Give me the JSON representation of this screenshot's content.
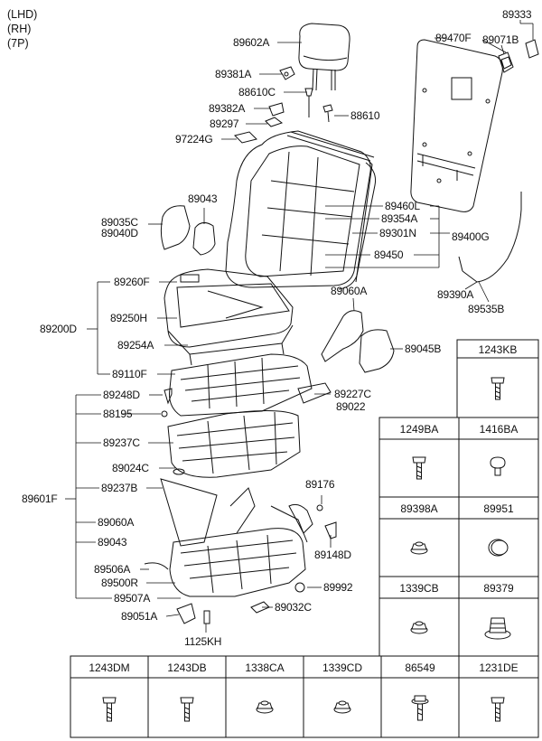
{
  "header": {
    "lines": [
      "(LHD)",
      "(RH)",
      "(7P)"
    ]
  },
  "labels": {
    "p89333": "89333",
    "p89470F": "89470F",
    "p89071B": "89071B",
    "p89602A": "89602A",
    "p89381A": "89381A",
    "p88610C": "88610C",
    "p89382A": "89382A",
    "p88610": "88610",
    "p89297": "89297",
    "p97224G": "97224G",
    "p89043a": "89043",
    "p89035C": "89035C",
    "p89040D": "89040D",
    "p89460L": "89460L",
    "p89354A": "89354A",
    "p89301N": "89301N",
    "p89400G": "89400G",
    "p89450": "89450",
    "p89390A": "89390A",
    "p89535B": "89535B",
    "p89260F": "89260F",
    "p89060Aa": "89060A",
    "p89250H": "89250H",
    "p89200D": "89200D",
    "p89254A": "89254A",
    "p89045B": "89045B",
    "p89110F": "89110F",
    "p89248D": "89248D",
    "p89227C": "89227C",
    "p89022": "89022",
    "p88195": "88195",
    "p89237C": "89237C",
    "p89024C": "89024C",
    "p89176": "89176",
    "p89237B": "89237B",
    "p89601F": "89601F",
    "p89060Ab": "89060A",
    "p89043b": "89043",
    "p89148D": "89148D",
    "p89506A": "89506A",
    "p89500R": "89500R",
    "p89992": "89992",
    "p89507A": "89507A",
    "p89032C": "89032C",
    "p89051A": "89051A",
    "p1125KH": "1125KH"
  },
  "side_table": {
    "r1": {
      "right": "1243KB"
    },
    "r2": {
      "left": "1249BA",
      "right": "1416BA"
    },
    "r3": {
      "left": "89398A",
      "right": "89951"
    },
    "r4": {
      "left": "1339CB",
      "right": "89379"
    }
  },
  "bottom_table": [
    "1243DM",
    "1243DB",
    "1338CA",
    "1339CD",
    "86549",
    "1231DE"
  ]
}
